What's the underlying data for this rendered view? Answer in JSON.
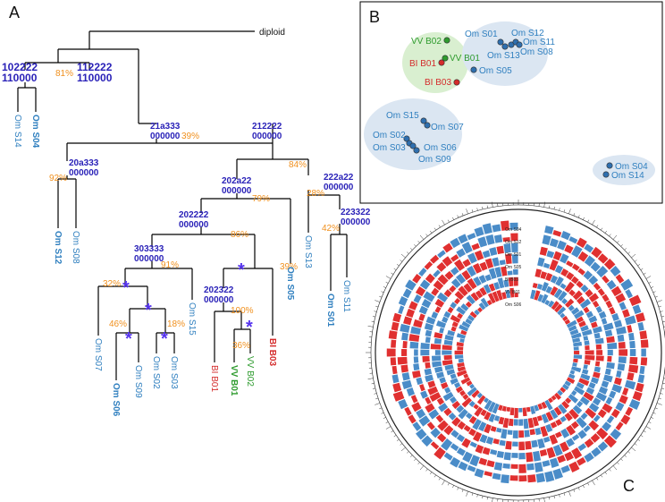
{
  "panels": {
    "a": "A",
    "b": "B",
    "c": "C"
  },
  "colors": {
    "line": "#000000",
    "pct": "#f0901e",
    "code": "#2a22b8",
    "om": "#2f7fbf",
    "bi": "#d42b2b",
    "vv": "#2e9b2e",
    "blue_bar": "#4a8cc8",
    "red_bar": "#e03030",
    "green_ellipse": "#d9efd0",
    "blue_ellipse": "#dbe6f2"
  },
  "tree": {
    "root_label": "diploid",
    "codes": {
      "c1": [
        "102222",
        "110000"
      ],
      "c2": [
        "112222",
        "110000"
      ],
      "c3": [
        "21a333",
        "000000"
      ],
      "c4": [
        "212222",
        "000000"
      ],
      "c5": [
        "20a333",
        "000000"
      ],
      "c6": [
        "202a22",
        "000000"
      ],
      "c7": [
        "222a22",
        "000000"
      ],
      "c8": [
        "202222",
        "000000"
      ],
      "c9": [
        "223322",
        "000000"
      ],
      "c10": [
        "303333",
        "000000"
      ],
      "c11": [
        "202322",
        "000000"
      ]
    },
    "pcts": {
      "p81": "81%",
      "p39a": "39%",
      "p84": "84%",
      "p92": "92%",
      "p79": "79%",
      "p28": "28%",
      "p86": "86%",
      "p42": "42%",
      "p91": "91%",
      "p39b": "39%",
      "p32": "32%",
      "p100": "100%",
      "p46": "46%",
      "p18": "18%",
      "p36": "36%"
    },
    "leaves": {
      "s14": "Om S14",
      "s04": "Om S04",
      "s12": "Om S12",
      "s08": "Om S08",
      "s13": "Om S13",
      "s01": "Om S01",
      "s11": "Om S11",
      "s05": "Om S05",
      "s07": "Om S07",
      "s06": "Om S06",
      "s09": "Om S09",
      "s02": "Om S02",
      "s03": "Om S03",
      "s15": "Om S15",
      "bib01": "BI B01",
      "vvb01": "VV B01",
      "vvb02": "VV B02",
      "bib03": "BI B03"
    },
    "star": "*"
  },
  "pca": {
    "points": {
      "vvb02": "VV B02",
      "vvb01": "VV B01",
      "bib01": "BI B01",
      "bib03": "BI B03",
      "s01": "Om S01",
      "s12": "Om S12",
      "s11": "Om S11",
      "s13": "Om S13",
      "s08": "Om S08",
      "s05": "Om S05",
      "s15": "Om S15",
      "s07": "Om S07",
      "s02": "Om S02",
      "s03": "Om S03",
      "s06": "Om S06",
      "s09": "Om S09",
      "s04": "Om S04",
      "s14": "Om S14"
    }
  },
  "circos": {
    "labels": [
      "Om S04",
      "Om S12",
      "Om S01",
      "Om S05",
      "BI B03",
      "VV B01",
      "Om S06"
    ]
  }
}
